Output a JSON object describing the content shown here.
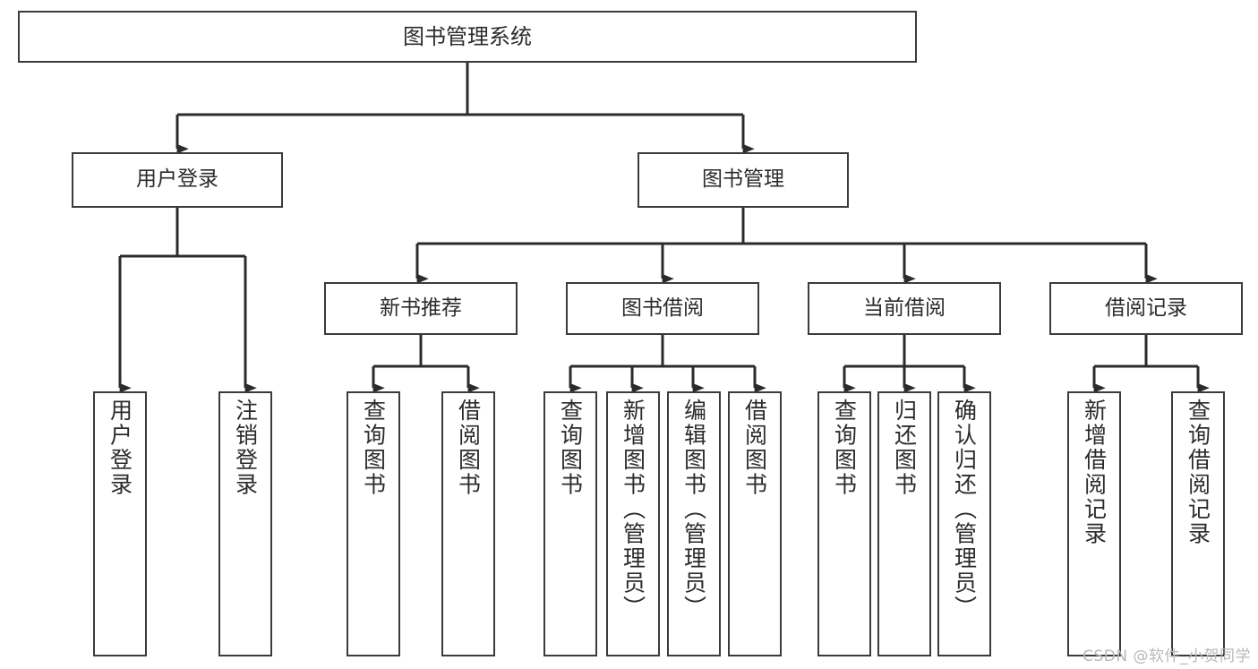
{
  "diagram": {
    "title": "图书管理系统",
    "type": "tree-hierarchy-diagram",
    "colors": {
      "node_border": "#3b3b3b",
      "node_fill": "#ffffff",
      "edge": "#2b2b2b",
      "text": "#2b2b2b",
      "background": "#ffffff",
      "watermark": "#b8b8b8"
    },
    "watermark": "CSDN @软件_小贺同学",
    "nodes": {
      "root": {
        "label": "图书管理系统"
      },
      "level2": [
        {
          "id": "user-login",
          "label": "用户登录"
        },
        {
          "id": "book-manage",
          "label": "图书管理"
        }
      ],
      "level3": [
        {
          "id": "new-book-recommend",
          "label": "新书推荐"
        },
        {
          "id": "book-borrow",
          "label": "图书借阅"
        },
        {
          "id": "current-borrow",
          "label": "当前借阅"
        },
        {
          "id": "borrow-record",
          "label": "借阅记录"
        }
      ],
      "leaves": {
        "user-login": [
          {
            "id": "leaf-user-login",
            "label": "用户登录"
          },
          {
            "id": "leaf-logout",
            "label": "注销登录"
          }
        ],
        "new-book-recommend": [
          {
            "id": "leaf-query-book-1",
            "label": "查询图书"
          },
          {
            "id": "leaf-borrow-book-1",
            "label": "借阅图书"
          }
        ],
        "book-borrow": [
          {
            "id": "leaf-query-book-2",
            "label": "查询图书"
          },
          {
            "id": "leaf-add-book",
            "label": "新增图书（管理员）"
          },
          {
            "id": "leaf-edit-book",
            "label": "编辑图书（管理员）"
          },
          {
            "id": "leaf-borrow-book-2",
            "label": "借阅图书"
          }
        ],
        "current-borrow": [
          {
            "id": "leaf-query-book-3",
            "label": "查询图书"
          },
          {
            "id": "leaf-return-book",
            "label": "归还图书"
          },
          {
            "id": "leaf-confirm-return",
            "label": "确认归还（管理员）"
          }
        ],
        "borrow-record": [
          {
            "id": "leaf-add-record",
            "label": "新增借阅记录"
          },
          {
            "id": "leaf-query-record",
            "label": "查询借阅记录"
          }
        ]
      }
    }
  }
}
